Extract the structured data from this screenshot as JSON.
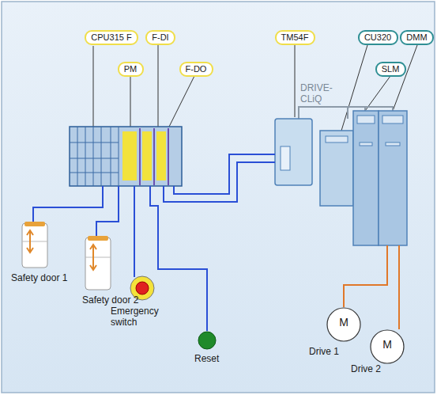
{
  "diagram": {
    "nodes": [
      {
        "text": [
          "CPU315 F"
        ]
      },
      {
        "text": [
          "F-DI"
        ]
      },
      {
        "text": [
          "PM"
        ]
      },
      {
        "text": [
          "F-DO"
        ]
      },
      {
        "text": [
          "TM54F"
        ]
      },
      {
        "text": [
          "CU320"
        ]
      },
      {
        "text": [
          "DMM"
        ]
      },
      {
        "text": [
          "SLM"
        ]
      },
      {
        "text": [
          "M",
          "Drive 1"
        ]
      },
      {
        "text": [
          "M",
          "Drive 2"
        ]
      }
    ],
    "labels": [
      "DRIVE-CLiQ",
      "Safety door 1",
      "Safety door 2",
      "Emergency switch",
      "Reset"
    ]
  }
}
